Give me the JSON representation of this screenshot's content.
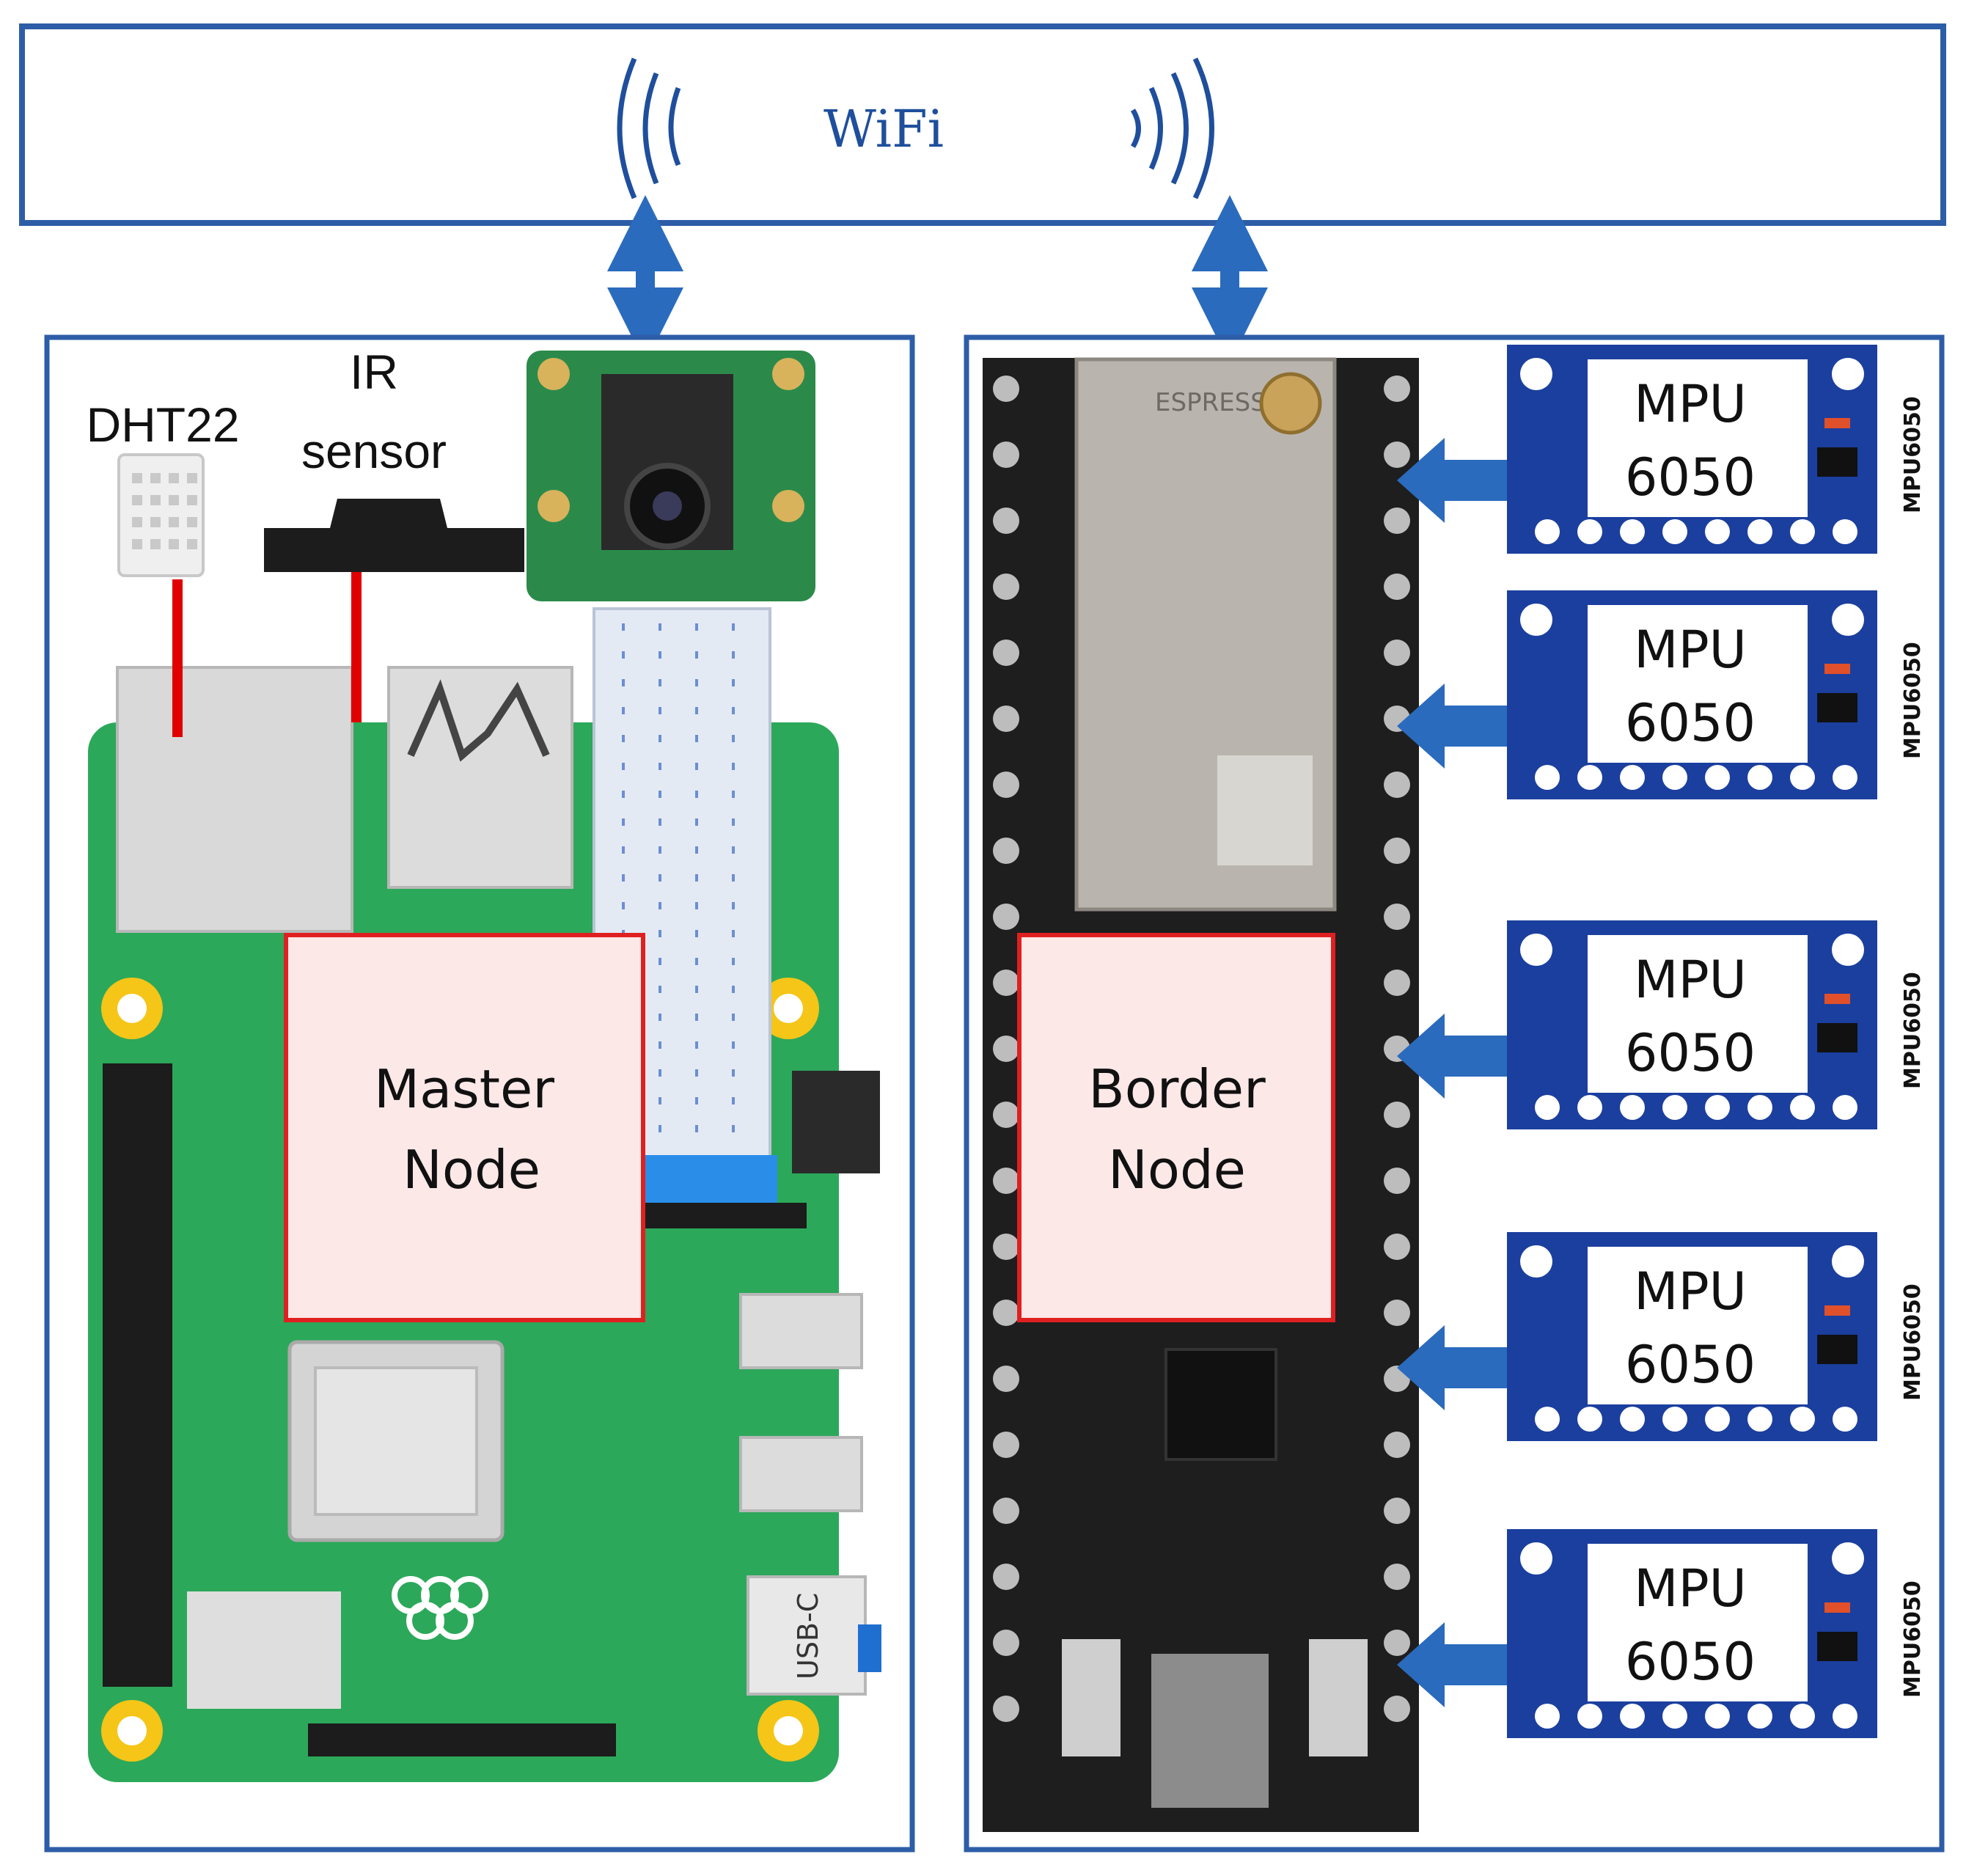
{
  "wifi": {
    "label": "WiFi"
  },
  "master": {
    "title_line1": "Master",
    "title_line2": "Node",
    "sensors": {
      "dht22": "DHT22",
      "ir_line1": "IR",
      "ir_line2": "sensor"
    },
    "board": {
      "usb_c_label": "USB-C"
    }
  },
  "border": {
    "title_line1": "Border",
    "title_line2": "Node",
    "module_brand": "ESPRESSIF"
  },
  "mpu_modules": [
    {
      "line1": "MPU",
      "line2": "6050",
      "side_label": "MPU6050"
    },
    {
      "line1": "MPU",
      "line2": "6050",
      "side_label": "MPU6050"
    },
    {
      "line1": "MPU",
      "line2": "6050",
      "side_label": "MPU6050"
    },
    {
      "line1": "MPU",
      "line2": "6050",
      "side_label": "MPU6050"
    },
    {
      "line1": "MPU",
      "line2": "6050",
      "side_label": "MPU6050"
    }
  ],
  "colors": {
    "frame_blue": "#2e5da8",
    "arrow_blue": "#2a6bbd",
    "node_fill": "#fde8e8",
    "node_border": "#e02020",
    "pcb_green": "#2ca85a",
    "esp_black": "#1e1e1e",
    "mpu_blue": "#1b3f9e",
    "wire_red": "#e00000"
  }
}
